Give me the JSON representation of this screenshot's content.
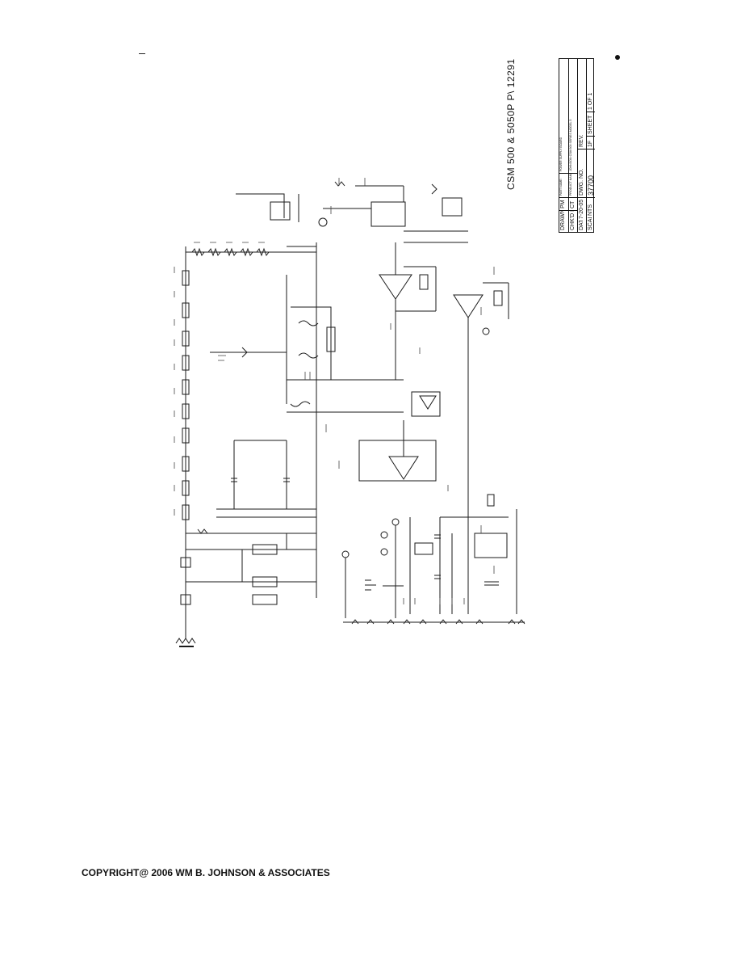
{
  "document": {
    "side_title": "CSM 500 & 5050P P\\ 12291",
    "copyright": "COPYRIGHT@ 2006 WM B. JOHNSON & ASSOCIATES"
  },
  "title_block": {
    "drawn_by_label": "DRAWN BY",
    "drawn_by_value": "PM",
    "part_name_label": "PART NAME:",
    "part_name_value": "POWER SUPPLY BOARD",
    "chkd_by_label": "CHK'D BY",
    "chkd_by_value": "CT",
    "product_name_label": "PRODUCT NAME:",
    "product_name_value": "JOHNSON CSM 500 SERIES MODEL 5",
    "date_label": "DATE",
    "date_value": "7-20-05",
    "dwg_no_label": "DWG. NO.",
    "dwg_no_value": "37700",
    "rev_label": "REV.",
    "rev_value": "1F",
    "scale_label": "SCALE",
    "scale_value": "NTS",
    "sheet_label": "SHEET",
    "sheet_value": "1 OF 1"
  }
}
